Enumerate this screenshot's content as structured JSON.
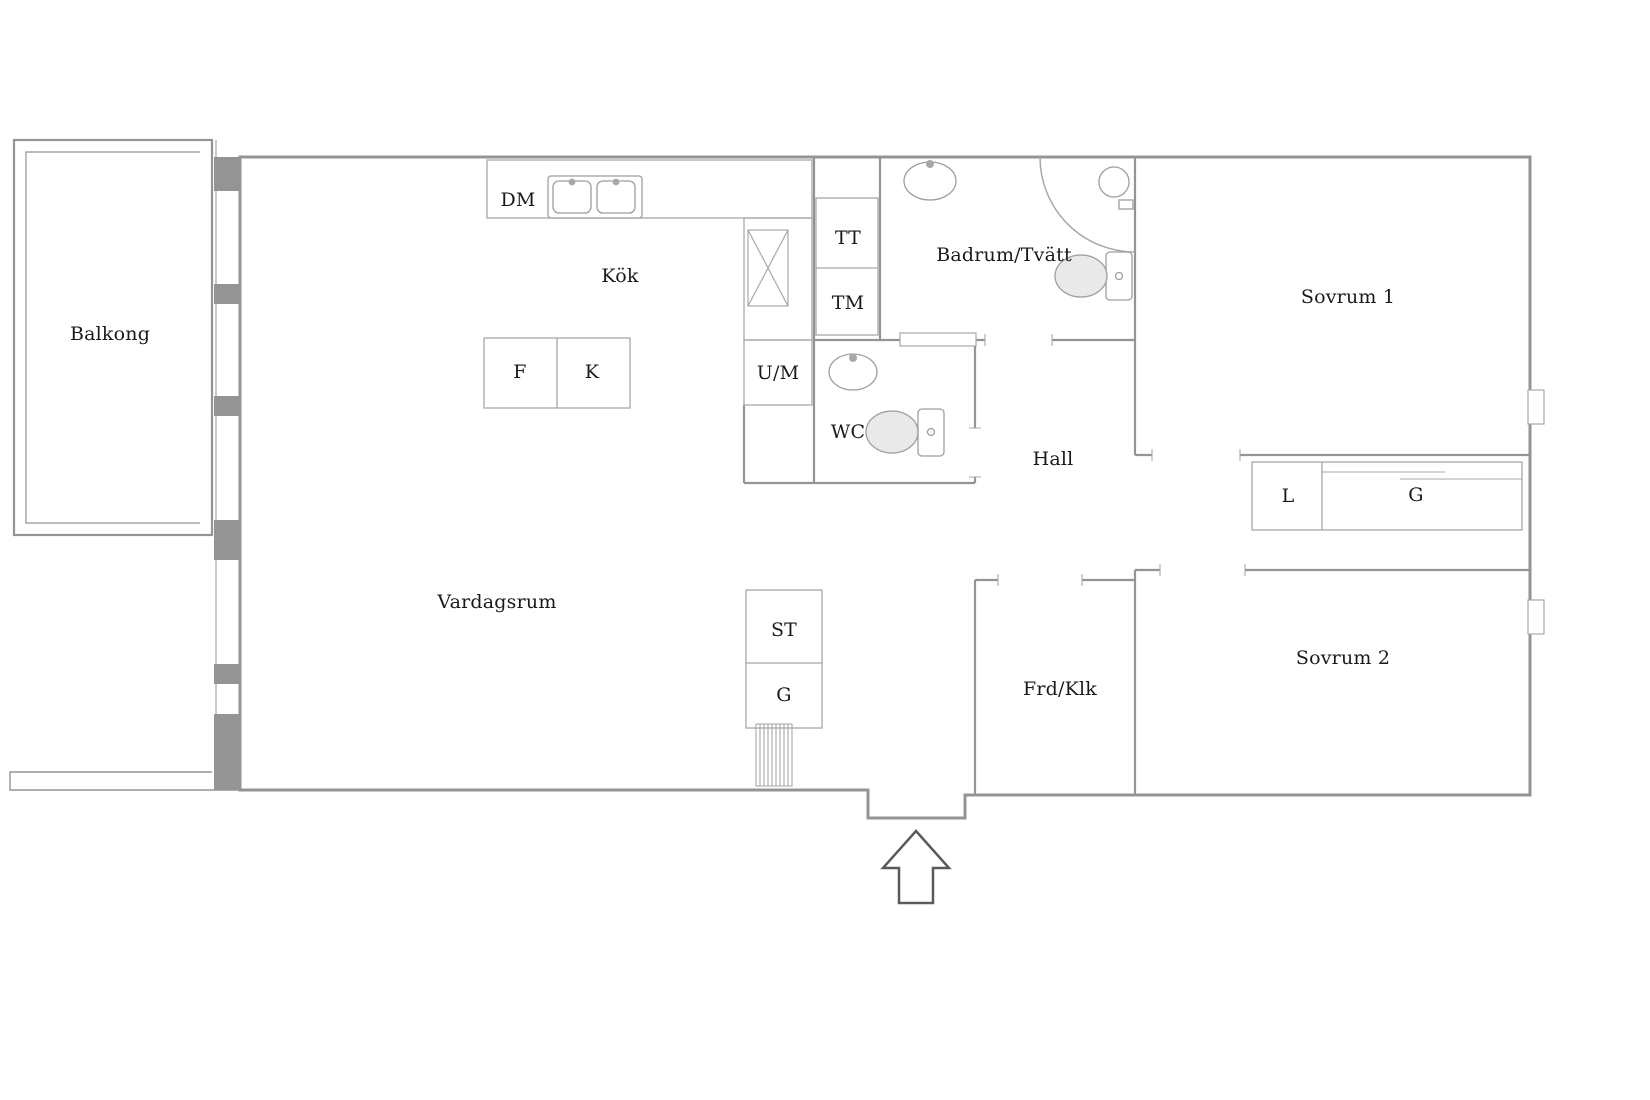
{
  "rooms": {
    "balkong": "Balkong",
    "kok": "Kök",
    "dm": "DM",
    "tt": "TT",
    "tm": "TM",
    "badrum_tvatt": "Badrum/Tvätt",
    "sovrum1": "Sovrum 1",
    "f": "F",
    "k": "K",
    "um": "U/M",
    "wc": "WC",
    "hall": "Hall",
    "l": "L",
    "g_wardrobe": "G",
    "vardagsrum": "Vardagsrum",
    "st": "ST",
    "g_closet": "G",
    "frd_klk": "Frd/Klk",
    "sovrum2": "Sovrum 2"
  },
  "icons": {
    "entrance_arrow": "up-arrow-outline",
    "kitchen_sink": "double-basin",
    "bathroom_sink": "oval-basin",
    "wc_sink": "oval-basin",
    "bathroom_toilet": "toilet",
    "wc_toilet": "toilet",
    "shower": "quarter-circle-screen",
    "radiator": "hatched-bars",
    "washer_dryer": "stacked-unit"
  },
  "colors": {
    "background": "#ffffff",
    "wall": "#949494",
    "furniture": "#a8a8a8",
    "fixture_fill": "#e9e9e9",
    "text": "#1a1a1a"
  }
}
